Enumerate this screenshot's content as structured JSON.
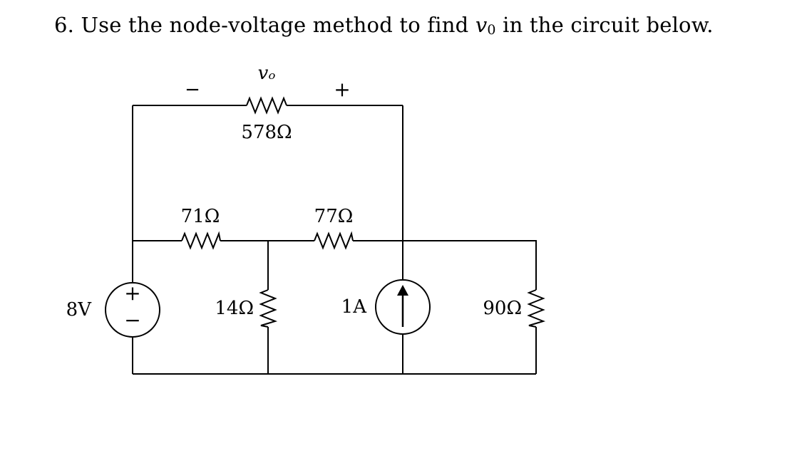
{
  "problem": {
    "prefix": "6. Use the node-voltage method to find ",
    "var_main": "v",
    "var_sub": "0",
    "suffix": " in the circuit below."
  },
  "circuit": {
    "vo_label": "vₒ",
    "minus_sign": "−",
    "plus_sign": "+",
    "r578": "578Ω",
    "r71": "71Ω",
    "r77": "77Ω",
    "r14": "14Ω",
    "r90": "90Ω",
    "vsource": "8V",
    "vsource_plus": "+",
    "vsource_minus": "−",
    "isource": "1A"
  }
}
